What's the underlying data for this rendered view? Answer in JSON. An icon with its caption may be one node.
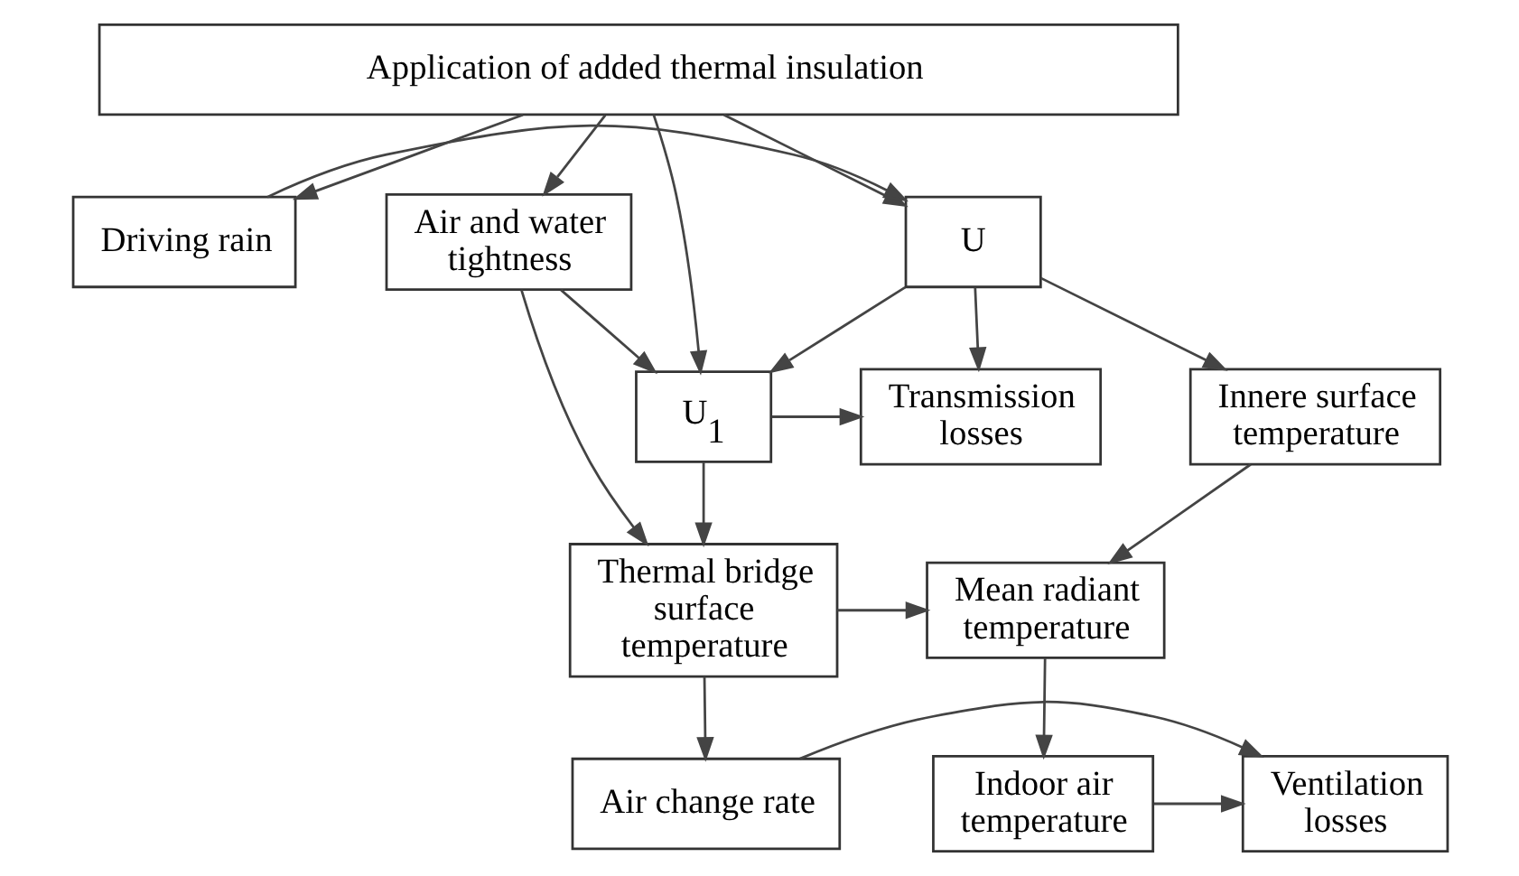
{
  "diagram": {
    "nodes": [
      {
        "text": [
          "Application of added thermal insulation"
        ]
      },
      {
        "text": [
          "Driving rain"
        ]
      },
      {
        "text": [
          "U"
        ]
      },
      {
        "text": [
          "Air and water tightness"
        ]
      },
      {
        "text": [
          "Innere surface temperature"
        ]
      },
      {
        "text": [
          "Transmission losses"
        ]
      },
      {
        "text": [
          "U$_{1}$"
        ]
      },
      {
        "text": [
          "Mean radiant temperature"
        ]
      },
      {
        "text": [
          "Thermal bridge surface temperature"
        ]
      },
      {
        "text": [
          "Indoor air temperature"
        ]
      },
      {
        "text": [
          "Ventilation losses"
        ]
      },
      {
        "text": [
          "Air change rate"
        ]
      }
    ],
    "edges": [
      {
        "from": 0,
        "to": 1,
        "arrow": "to"
      },
      {
        "from": 0,
        "to": 2,
        "arrow": "to"
      },
      {
        "from": 0,
        "to": 6,
        "arrow": "to"
      },
      {
        "from": 0,
        "to": 3,
        "arrow": "to"
      },
      {
        "from": 1,
        "to": 2,
        "arrow": "to"
      },
      {
        "from": 2,
        "to": 4,
        "arrow": "to"
      },
      {
        "from": 2,
        "to": 5,
        "arrow": "to"
      },
      {
        "from": 2,
        "to": 6,
        "arrow": "to"
      },
      {
        "from": 3,
        "to": 6,
        "arrow": "to"
      },
      {
        "from": 3,
        "to": 8,
        "arrow": "to"
      },
      {
        "from": 6,
        "to": 5,
        "arrow": "to"
      },
      {
        "from": 6,
        "to": 8,
        "arrow": "to"
      },
      {
        "from": 4,
        "to": 7,
        "arrow": "to"
      },
      {
        "from": 8,
        "to": 7,
        "arrow": "to"
      },
      {
        "from": 7,
        "to": 9,
        "arrow": "to"
      },
      {
        "from": 8,
        "to": 11,
        "arrow": "to"
      },
      {
        "from": 9,
        "to": 10,
        "arrow": "to"
      },
      {
        "from": 11,
        "to": 10,
        "arrow": "to"
      }
    ]
  }
}
